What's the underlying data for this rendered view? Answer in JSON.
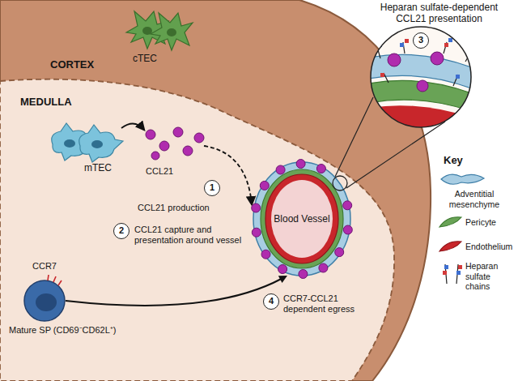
{
  "diagram": {
    "nodes": [
      {
        "text": [
          "CORTEX"
        ]
      },
      {
        "text": [
          "cTEC"
        ],
        "in": 0
      },
      {
        "text": [
          "MEDULLA"
        ],
        "in": 0
      },
      {
        "text": [
          "mTEC"
        ],
        "in": 2
      },
      {
        "text": [
          "1"
        ],
        "in": 2
      },
      {
        "text": [
          "2"
        ],
        "in": 2
      },
      {
        "text": [
          "Blood Vessel"
        ],
        "in": 2
      },
      {
        "text": [
          "3"
        ]
      },
      {
        "text": [
          "Mature SP (CD69⁻CD62L⁺)"
        ],
        "in": 2
      },
      {
        "text": [
          "4"
        ],
        "in": 2
      }
    ],
    "edges": [
      {
        "from": 8,
        "to": 6,
        "arrow": "to"
      }
    ],
    "labels": [
      "Heparan sulfate-dependent CCL21 presentation",
      "CCL21",
      "CCL21 production",
      "CCL21 capture and presentation around vessel",
      "CCR7",
      "CCR7-CCL21 dependent egress",
      "Key"
    ],
    "legend": [
      {
        "text": "Adventitial mesenchyme"
      },
      {
        "text": "Pericyte"
      },
      {
        "text": "Endothelium"
      },
      {
        "text": "Heparan sulfate chains"
      }
    ]
  }
}
